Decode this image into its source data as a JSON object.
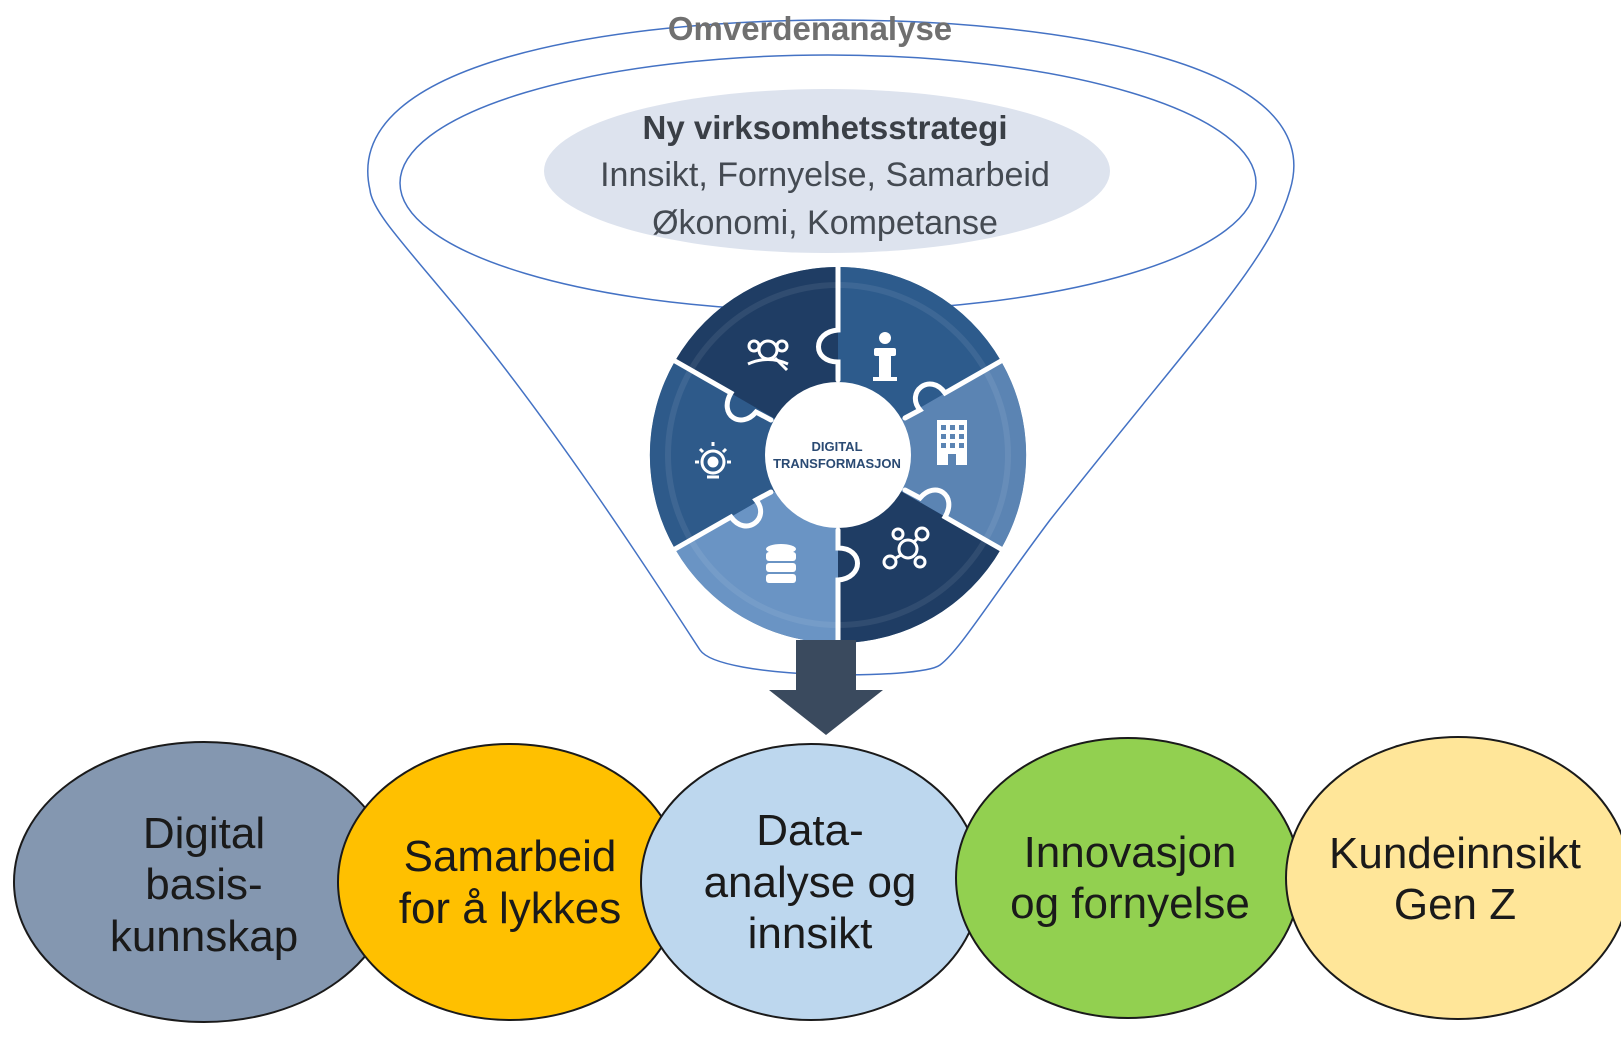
{
  "funnel": {
    "title": "Omverdenanalyse",
    "strategy": {
      "heading": "Ny virksomhetsstrategi",
      "line1": "Innsikt, Fornyelse, Samarbeid",
      "line2": "Økonomi, Kompetanse"
    }
  },
  "wheel": {
    "center_label": "DIGITAL\nTRANSFORMASJON",
    "icons": [
      "people-search-icon",
      "podium-icon",
      "building-icon",
      "network-icon",
      "database-icon",
      "lightbulb-gear-icon"
    ]
  },
  "pillars": [
    {
      "label": "Digital\nbasis-\nkunnskap",
      "color": "#8497b0"
    },
    {
      "label": "Samarbeid\nfor å lykkes",
      "color": "#ffc000"
    },
    {
      "label": "Data-\nanalyse og\ninnsikt",
      "color": "#bdd7ee"
    },
    {
      "label": "Innovasjon\nog fornyelse",
      "color": "#92d050"
    },
    {
      "label": "Kundeinnsikt\nGen Z",
      "color": "#ffe699"
    }
  ],
  "colors": {
    "funnel_stroke": "#4472c4",
    "strategy_fill": "#dde3ee",
    "wheel_dark": "#1f3d64",
    "wheel_mid": "#2e5a8a",
    "wheel_light": "#6f9acb",
    "arrow": "#3a4a5e"
  }
}
